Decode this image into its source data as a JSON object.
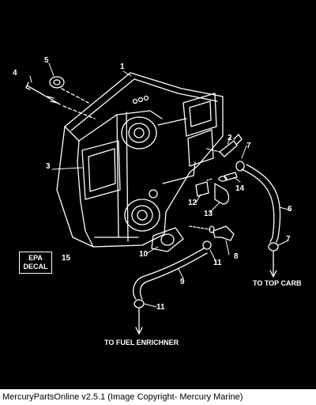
{
  "diagram": {
    "callouts": {
      "n1": "1",
      "n2": "2",
      "n3": "3",
      "n4": "4",
      "n5": "5",
      "n6": "6",
      "n7a": "7",
      "n7b": "7",
      "n8": "8",
      "n9": "9",
      "n10": "10",
      "n11a": "11",
      "n11b": "11",
      "n12": "12",
      "n13": "13",
      "n14": "14",
      "n15": "15"
    },
    "decal": {
      "line1": "EPA",
      "line2": "DECAL"
    },
    "destinations": {
      "top_carb": "TO TOP CARB",
      "fuel_enrichner": "TO FUEL ENRICHNER"
    }
  },
  "footer": {
    "text": "MercuryPartsOnline v2.5.1 (Image Copyright- Mercury Marine)"
  },
  "colors": {
    "background": "#000000",
    "lines": "#ffffff",
    "footer_bg": "#ffffff",
    "footer_text": "#000000"
  }
}
